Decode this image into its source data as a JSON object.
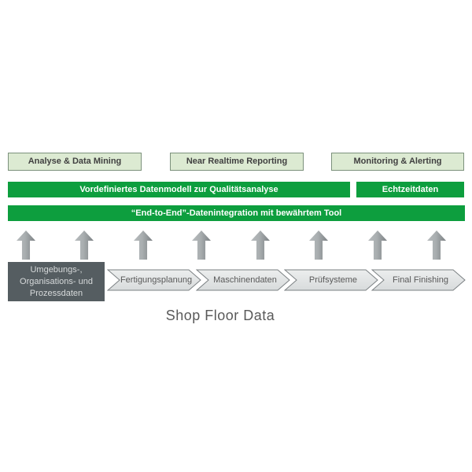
{
  "diagram": {
    "colors": {
      "green": "#0d9e3e",
      "light_green_fill": "#dcead2",
      "light_green_border": "#7c917c",
      "dark_box_fill": "#555d61",
      "chevron_fill_top": "#eceeee",
      "chevron_fill_bottom": "#d8dbdc",
      "chevron_border": "#7b8083",
      "arrow_gray_light": "#b7bbbd",
      "arrow_gray_dark": "#7c8184",
      "text_dark": "#404040",
      "text_gray": "#595959"
    },
    "top_boxes": [
      {
        "label": "Analyse & Data Mining"
      },
      {
        "label": "Near Realtime Reporting"
      },
      {
        "label": "Monitoring & Alerting"
      }
    ],
    "band1": {
      "main_label": "Vordefiniertes Datenmodell zur Qualitätsanalyse",
      "side_label": "Echtzeitdaten"
    },
    "band2": {
      "label": "“End-to-End”-Datenintegration mit bewährtem Tool"
    },
    "up_arrows": {
      "count": 8,
      "icon": "up-arrow"
    },
    "source_box": {
      "line1": "Umgebungs-,",
      "line2": "Organisations- und",
      "line3": "Prozessdaten"
    },
    "process_steps": [
      {
        "label": "Fertigungsplanung"
      },
      {
        "label": "Maschinendaten"
      },
      {
        "label": "Prüfsysteme"
      },
      {
        "label": "Final Finishing"
      }
    ],
    "caption": "Shop Floor Data"
  }
}
